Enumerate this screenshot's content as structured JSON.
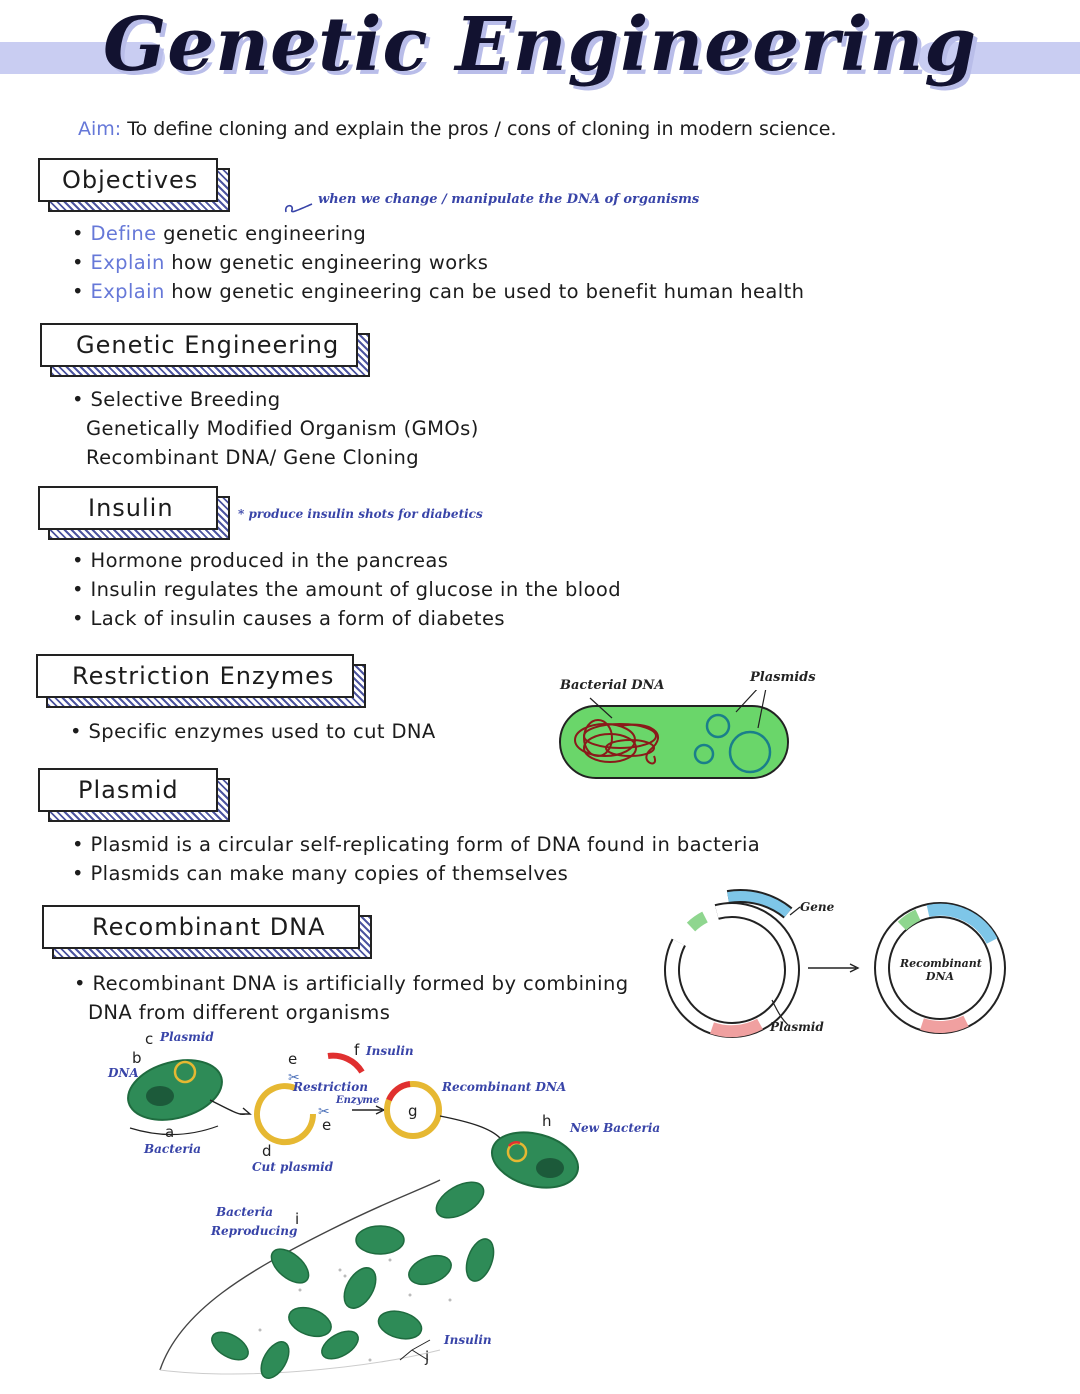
{
  "title": "Genetic Engineering",
  "aim": {
    "label": "Aim:",
    "text": "To define cloning and explain the pros / cons of cloning in modern science."
  },
  "objectives": {
    "heading": "Objectives",
    "note": "when we change / manipulate the DNA of organisms",
    "items": [
      {
        "verb": "Define",
        "rest": " genetic engineering"
      },
      {
        "verb": "Explain",
        "rest": " how genetic engineering works"
      },
      {
        "verb": "Explain",
        "rest": " how genetic engineering can be used to benefit human health"
      }
    ]
  },
  "genetic_engineering": {
    "heading": "Genetic Engineering",
    "items": [
      "Selective Breeding",
      "Genetically Modified Organism (GMOs)",
      "Recombinant DNA/ Gene Cloning"
    ]
  },
  "insulin": {
    "heading": "Insulin",
    "note": "produce insulin shots for diabetics",
    "items": [
      "Hormone produced in the pancreas",
      "Insulin regulates the amount of glucose in the blood",
      "Lack of insulin causes a form of diabetes"
    ]
  },
  "restriction_enzymes": {
    "heading": "Restriction Enzymes",
    "items": [
      "Specific enzymes used to cut DNA"
    ],
    "diagram": {
      "label_dna": "Bacterial DNA",
      "label_plasmids": "Plasmids"
    }
  },
  "plasmid": {
    "heading": "Plasmid",
    "items": [
      "Plasmid is a circular self-replicating form of DNA found in bacteria",
      "Plasmids can make many copies of themselves"
    ]
  },
  "recombinant_dna": {
    "heading": "Recombinant DNA",
    "items": [
      "Recombinant DNA is artificially formed by combining",
      "DNA from different organisms"
    ],
    "diagram": {
      "gene": "Gene",
      "plasmid": "Plasmid",
      "result_line1": "Recombinant",
      "result_line2": "DNA"
    }
  },
  "process_diagram": {
    "letters": {
      "a": "a",
      "b": "b",
      "c": "c",
      "d": "d",
      "e1": "e",
      "e2": "e",
      "f": "f",
      "g": "g",
      "h": "h",
      "i": "i",
      "j": "j"
    },
    "labels": {
      "plasmid": "Plasmid",
      "dna": "DNA",
      "bacteria": "Bacteria",
      "insulin_f": "Insulin",
      "restriction": "Restriction",
      "enzyme": "Enzyme",
      "cut_plasmid": "Cut plasmid",
      "recombinant": "Recombinant DNA",
      "new_bacteria": "New Bacteria",
      "bacteria_reproducing_1": "Bacteria",
      "bacteria_reproducing_2": "Reproducing",
      "insulin_j": "Insulin"
    }
  },
  "colors": {
    "accent_blue": "#6678d8",
    "header_bar": "#c9cdf2",
    "bacteria_green": "#6ad66a",
    "bacteria_dark": "#2e8b57",
    "plasmid_gold": "#e6b832",
    "gene_blue": "#7ec6e8",
    "insulin_red": "#e03030"
  }
}
